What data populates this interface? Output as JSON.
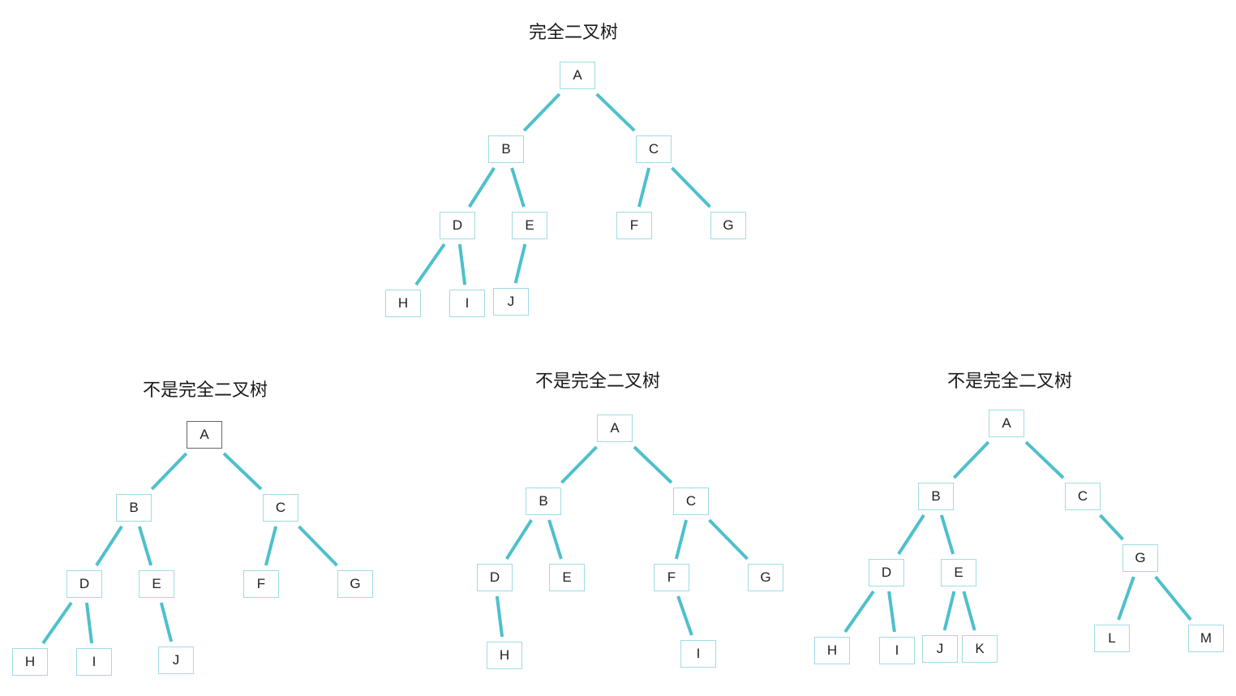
{
  "colors": {
    "edge": "#4ec0cc",
    "node_border": "#9fdce3",
    "root_border_dark": "#666666"
  },
  "trees": [
    {
      "title": "完全二叉树",
      "nodes": [
        {
          "id": "A",
          "label": "A"
        },
        {
          "id": "B",
          "label": "B"
        },
        {
          "id": "C",
          "label": "C"
        },
        {
          "id": "D",
          "label": "D"
        },
        {
          "id": "E",
          "label": "E"
        },
        {
          "id": "F",
          "label": "F"
        },
        {
          "id": "G",
          "label": "G"
        },
        {
          "id": "H",
          "label": "H"
        },
        {
          "id": "I",
          "label": "I"
        },
        {
          "id": "J",
          "label": "J"
        }
      ],
      "edges": [
        [
          "A",
          "B"
        ],
        [
          "A",
          "C"
        ],
        [
          "B",
          "D"
        ],
        [
          "B",
          "E"
        ],
        [
          "C",
          "F"
        ],
        [
          "C",
          "G"
        ],
        [
          "D",
          "H"
        ],
        [
          "D",
          "I"
        ],
        [
          "E",
          "J"
        ]
      ]
    },
    {
      "title": "不是完全二叉树",
      "nodes": [
        {
          "id": "A",
          "label": "A",
          "highlight": true
        },
        {
          "id": "B",
          "label": "B"
        },
        {
          "id": "C",
          "label": "C"
        },
        {
          "id": "D",
          "label": "D"
        },
        {
          "id": "E",
          "label": "E"
        },
        {
          "id": "F",
          "label": "F"
        },
        {
          "id": "G",
          "label": "G"
        },
        {
          "id": "H",
          "label": "H"
        },
        {
          "id": "I",
          "label": "I"
        },
        {
          "id": "J",
          "label": "J"
        }
      ],
      "edges": [
        [
          "A",
          "B"
        ],
        [
          "A",
          "C"
        ],
        [
          "B",
          "D"
        ],
        [
          "B",
          "E"
        ],
        [
          "C",
          "F"
        ],
        [
          "C",
          "G"
        ],
        [
          "D",
          "H"
        ],
        [
          "D",
          "I"
        ],
        [
          "E",
          "J"
        ]
      ]
    },
    {
      "title": "不是完全二叉树",
      "nodes": [
        {
          "id": "A",
          "label": "A"
        },
        {
          "id": "B",
          "label": "B"
        },
        {
          "id": "C",
          "label": "C"
        },
        {
          "id": "D",
          "label": "D"
        },
        {
          "id": "E",
          "label": "E"
        },
        {
          "id": "F",
          "label": "F"
        },
        {
          "id": "G",
          "label": "G"
        },
        {
          "id": "H",
          "label": "H"
        },
        {
          "id": "I",
          "label": "I"
        }
      ],
      "edges": [
        [
          "A",
          "B"
        ],
        [
          "A",
          "C"
        ],
        [
          "B",
          "D"
        ],
        [
          "B",
          "E"
        ],
        [
          "C",
          "F"
        ],
        [
          "C",
          "G"
        ],
        [
          "D",
          "H"
        ],
        [
          "F",
          "I"
        ]
      ]
    },
    {
      "title": "不是完全二叉树",
      "nodes": [
        {
          "id": "A",
          "label": "A"
        },
        {
          "id": "B",
          "label": "B"
        },
        {
          "id": "C",
          "label": "C"
        },
        {
          "id": "D",
          "label": "D"
        },
        {
          "id": "E",
          "label": "E"
        },
        {
          "id": "G",
          "label": "G"
        },
        {
          "id": "H",
          "label": "H"
        },
        {
          "id": "I",
          "label": "I"
        },
        {
          "id": "J",
          "label": "J"
        },
        {
          "id": "K",
          "label": "K"
        },
        {
          "id": "L",
          "label": "L"
        },
        {
          "id": "M",
          "label": "M"
        }
      ],
      "edges": [
        [
          "A",
          "B"
        ],
        [
          "A",
          "C"
        ],
        [
          "B",
          "D"
        ],
        [
          "B",
          "E"
        ],
        [
          "C",
          "G"
        ],
        [
          "D",
          "H"
        ],
        [
          "D",
          "I"
        ],
        [
          "E",
          "J"
        ],
        [
          "E",
          "K"
        ],
        [
          "G",
          "L"
        ],
        [
          "G",
          "M"
        ]
      ]
    }
  ]
}
